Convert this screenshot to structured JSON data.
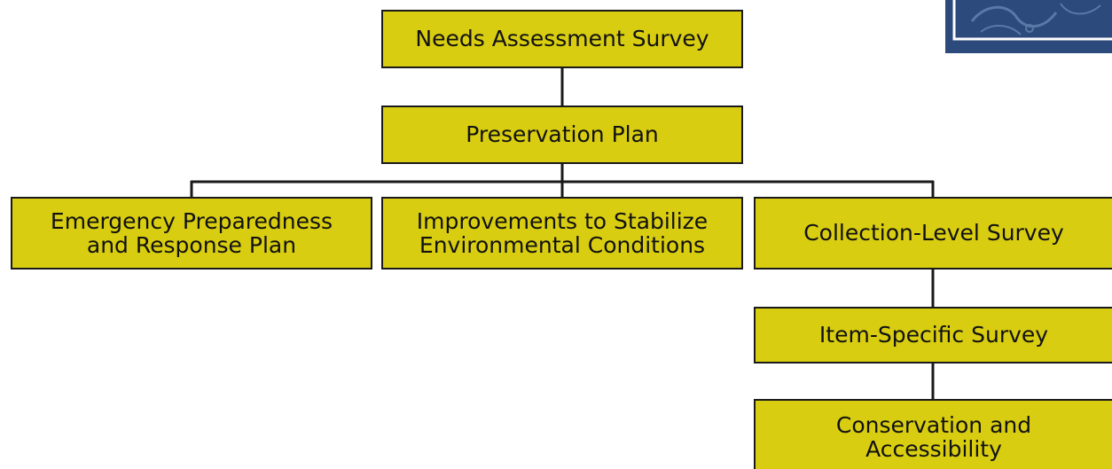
{
  "diagram": {
    "colors": {
      "box_fill": "#d8cd10",
      "box_border": "#1a1a1a",
      "connector": "#1a1a1a",
      "logo_blue": "#2c4a7c"
    },
    "nodes": {
      "needs_assessment": "Needs Assessment Survey",
      "preservation_plan": "Preservation Plan",
      "emergency": "Emergency Preparedness\nand Response Plan",
      "improvements": "Improvements to Stabilize\nEnvironmental Conditions",
      "collection_level": "Collection-Level Survey",
      "item_specific": "Item-Specific Survey",
      "conservation": "Conservation and\nAccessibility"
    },
    "edges": [
      [
        "needs_assessment",
        "preservation_plan"
      ],
      [
        "preservation_plan",
        "emergency"
      ],
      [
        "preservation_plan",
        "improvements"
      ],
      [
        "preservation_plan",
        "collection_level"
      ],
      [
        "collection_level",
        "item_specific"
      ],
      [
        "item_specific",
        "conservation"
      ]
    ]
  }
}
